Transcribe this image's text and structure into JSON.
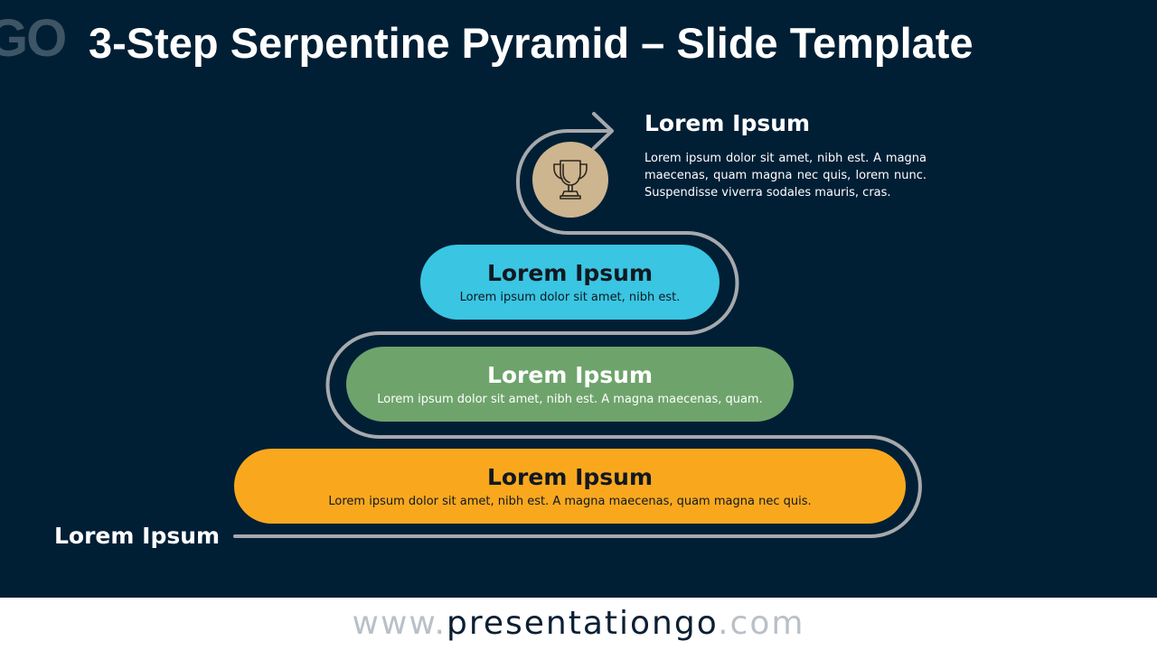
{
  "header": {
    "logo_fragment": "GO",
    "title": "3-Step Serpentine Pyramid – Slide Template"
  },
  "top": {
    "icon": "trophy-icon",
    "title": "Lorem Ipsum",
    "description": "Lorem ipsum dolor sit amet, nibh est. A magna maecenas, quam magna nec quis, lorem nunc. Suspendisse viverra sodales mauris, cras."
  },
  "steps": [
    {
      "title": "Lorem Ipsum",
      "description": "Lorem ipsum dolor sit amet, nibh est. A magna maecenas, quam magna nec quis.",
      "color": "#f9a81e"
    },
    {
      "title": "Lorem Ipsum",
      "description": "Lorem ipsum dolor sit amet, nibh est. A magna maecenas, quam.",
      "color": "#6ea46b"
    },
    {
      "title": "Lorem Ipsum",
      "description": "Lorem ipsum dolor sit amet, nibh est.",
      "color": "#3ac5e2"
    }
  ],
  "start_label": "Lorem Ipsum",
  "footer": {
    "prefix": "www.",
    "brand": "presentationgo",
    "suffix": ".com"
  },
  "colors": {
    "background": "#001f35",
    "path": "#a6a9ac",
    "trophy_circle": "#cdb590"
  }
}
